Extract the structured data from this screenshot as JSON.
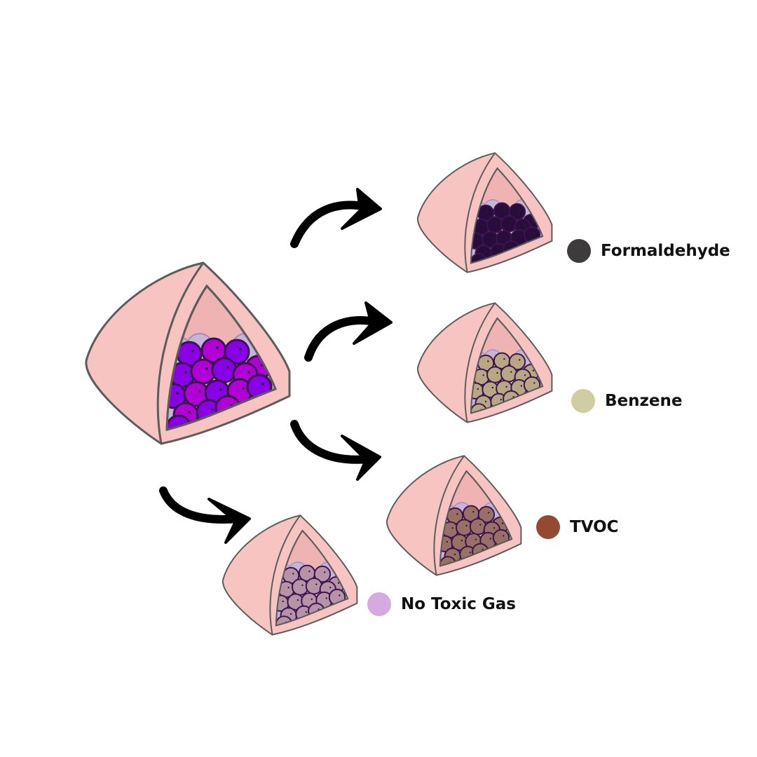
{
  "main_capsule": {
    "ball_colors": [
      "#8a00e6",
      "#b000d6"
    ]
  },
  "outputs": [
    {
      "label": "Formaldehyde",
      "legend_color": "#3d3b3c",
      "ball_color": "#2a0c3c"
    },
    {
      "label": "Benzene",
      "legend_color": "#d0cda3",
      "ball_color": "#b9a684"
    },
    {
      "label": "TVOC",
      "legend_color": "#954a30",
      "ball_color": "#9a7066"
    },
    {
      "label": "No Toxic Gas",
      "legend_color": "#d8a8e0",
      "ball_color": "#b893a8"
    }
  ],
  "colors": {
    "shell": "#f7c4c2",
    "inner": "#efb3b3",
    "outline": "#5c5c5c",
    "filler": "#c8b4d8",
    "arrow": "#000000"
  }
}
